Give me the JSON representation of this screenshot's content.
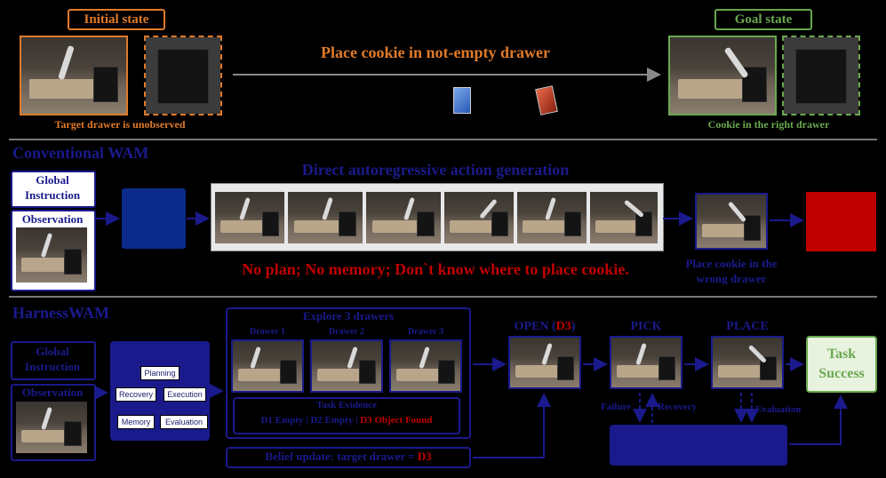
{
  "colors": {
    "initial": "#e07a2a",
    "goal": "#6aa84f",
    "navy": "#1a1a8c",
    "red": "#c00000",
    "white": "#ffffff"
  },
  "top": {
    "initial_state": "Initial state",
    "goal_state": "Goal state",
    "instruction": "Place cookie in not-empty drawer",
    "initial_caption": "Target drawer is unobserved",
    "goal_caption": "Cookie in the right drawer"
  },
  "conventional": {
    "title": "Conventional WAM",
    "global_instruction": "Global Instruction",
    "observation": "Observation",
    "headline": "Direct autoregressive action generation",
    "failure_text": "No plan; No memory; Don`t know where to place cookie.",
    "result_caption": "Place cookie in the wrong drawer"
  },
  "harness": {
    "title": "HarnessWAM",
    "global_instruction": "Global Instruction",
    "observation": "Observation",
    "modules": [
      "Planning",
      "Recovery",
      "Execution",
      "Memory",
      "Evaluation"
    ],
    "explore_title": "Explore 3 drawers",
    "drawers": [
      "Drawer 1",
      "Drawer 2",
      "Drawer 3"
    ],
    "evidence_title": "Task Evidence",
    "evidence_normal": "D1 Empty | D2 Empty | ",
    "evidence_found": "D3 Object Found",
    "belief_prefix": "Belief update: target drawer = ",
    "belief_value": "D3",
    "open_prefix": "OPEN (",
    "open_value": "D3",
    "open_suffix": ")",
    "pick": "PICK",
    "place": "PLACE",
    "failure": "Failure",
    "recovery": "Recovery",
    "evaluation": "Evaluation",
    "task_success": "Task Success"
  }
}
